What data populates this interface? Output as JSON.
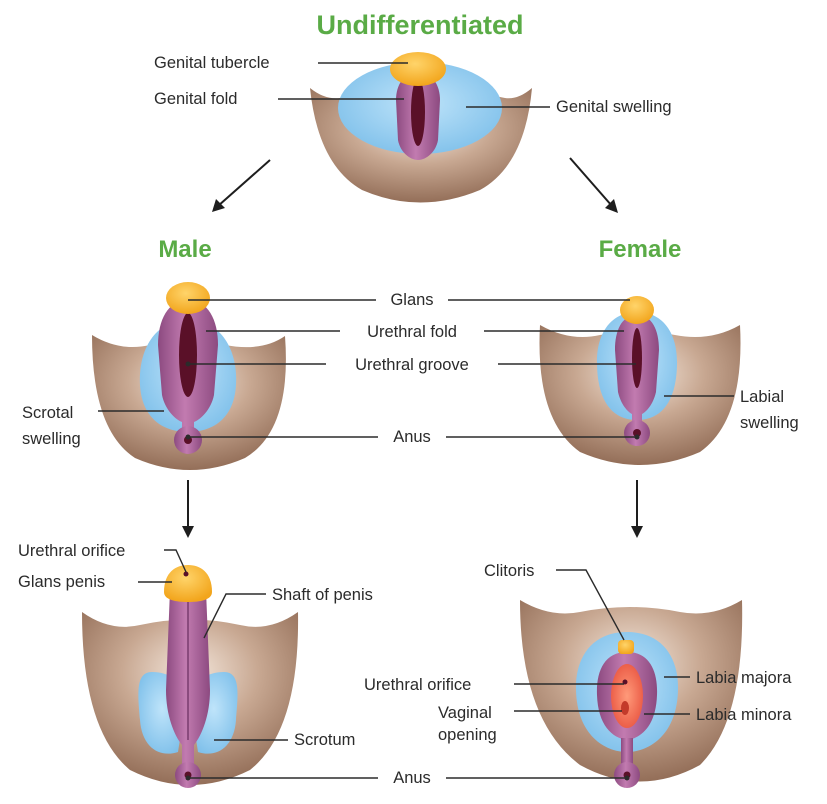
{
  "headings": {
    "undifferentiated": "Undifferentiated",
    "male": "Male",
    "female": "Female"
  },
  "labels": {
    "genital_tubercle": "Genital tubercle",
    "genital_fold": "Genital fold",
    "genital_swelling": "Genital swelling",
    "glans": "Glans",
    "urethral_fold": "Urethral fold",
    "urethral_groove": "Urethral groove",
    "scrotal_swelling_1": "Scrotal",
    "scrotal_swelling_2": "swelling",
    "labial_swelling_1": "Labial",
    "labial_swelling_2": "swelling",
    "anus_mid": "Anus",
    "urethral_orifice_male": "Urethral orifice",
    "glans_penis": "Glans penis",
    "shaft_of_penis": "Shaft of penis",
    "scrotum": "Scrotum",
    "anus_bottom": "Anus",
    "clitoris": "Clitoris",
    "urethral_orifice_female": "Urethral orifice",
    "vaginal_opening_1": "Vaginal",
    "vaginal_opening_2": "opening",
    "labia_majora": "Labia majora",
    "labia_minora": "Labia minora"
  },
  "colors": {
    "heading": "#5aab46",
    "skin": "#a9826a",
    "swelling": "#8ec9ee",
    "fold": "#a85d97",
    "groove": "#5a1028",
    "glans": "#f7b52c",
    "inner_female": "#f06a55"
  }
}
